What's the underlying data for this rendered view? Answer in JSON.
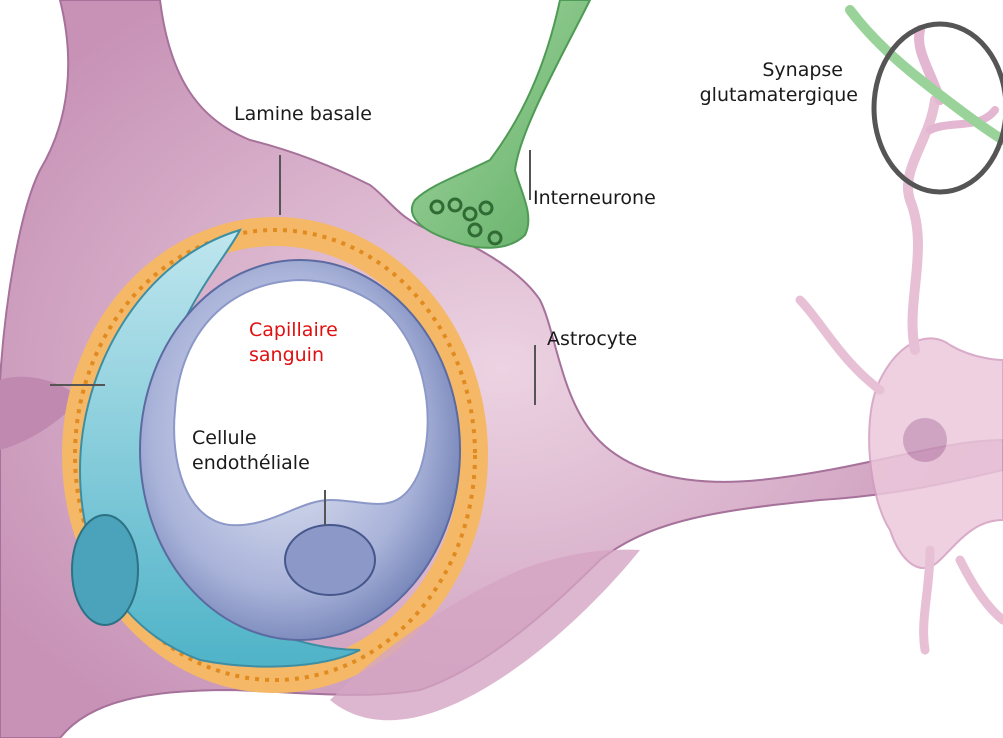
{
  "labels": {
    "synapse": [
      "Synapse",
      "glutamatergique"
    ],
    "lamine": "Lamine basale",
    "interneurone": "Interneurone",
    "capillaire": [
      "Capillaire",
      "sanguin"
    ],
    "astrocyte": "Astrocyte",
    "cellule": [
      "Cellule",
      "endothéliale"
    ]
  },
  "colors": {
    "astrocyte": "#d8aec8",
    "astrocyte_dark": "#b77aa3",
    "interneurone": "#86c387",
    "lamina": "#f0a23c",
    "endothelial": "#8f9cca",
    "pericyte": "#6fc3d4",
    "lumen": "#ffffff",
    "highlight_circle": "#555555",
    "capillary_label": "#e01010"
  }
}
